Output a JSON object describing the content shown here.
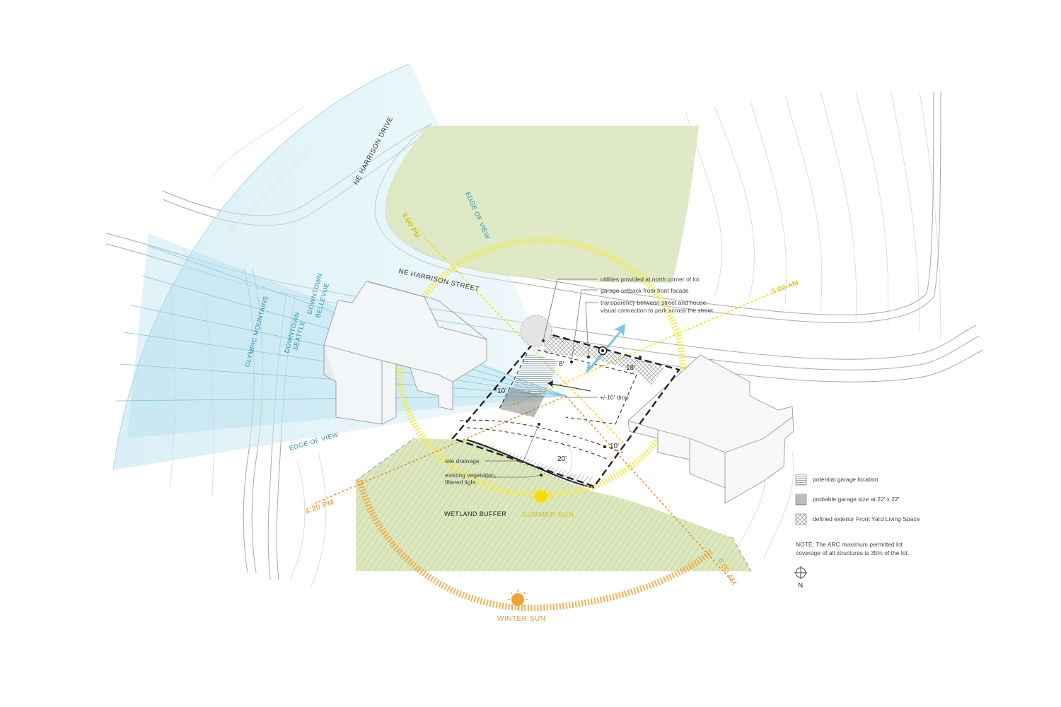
{
  "streets": {
    "drive": "NE HARRISON DRIVE",
    "street": "NE HARRISON STREET"
  },
  "views": {
    "edge_top": "EDGE OF VIEW",
    "edge_bottom": "EDGE OF VIEW",
    "olympic": "OLYMPIC MOUNTAINS",
    "seattle_1": "DOWNTOWN",
    "seattle_2": "SEATTLE",
    "bellevue_1": "DOWNTOWN",
    "bellevue_2": "BELLEVUE"
  },
  "sun_times": {
    "t900pm": "9:00 PM",
    "t500am": "5:00 AM",
    "t420pm": "4:20 PM",
    "t800am": "8:00 AM"
  },
  "suns": {
    "summer": "SUMMER SUN",
    "winter": "WINTER SUN"
  },
  "callouts": {
    "utilities": "utilities provided at north corner of lot",
    "setback": "garage setback from front facade",
    "transparency_1": "transparency between street and house,",
    "transparency_2": "visual connection to park across the street",
    "drop": "+/-10' drop",
    "drainage": "site drainage",
    "vegetation_1": "existing vegetation,",
    "vegetation_2": "filtered light"
  },
  "dimensions": {
    "d8": "8'",
    "d18": "18'",
    "d10a": "10'",
    "d10b": "10'",
    "d20": "20'"
  },
  "wetland": "WETLAND BUFFER",
  "legend": [
    {
      "pattern": "horizontal-lines",
      "label": "potential garage location"
    },
    {
      "pattern": "dense-lines",
      "label": "probable garage size at 22' x 22'"
    },
    {
      "pattern": "crosshatch",
      "label": "defined exterior Front Yard Living Space"
    }
  ],
  "note": {
    "line1": "NOTE: The ARC maximum permitted lot",
    "line2": "coverage of all structures is 35% of the lot."
  },
  "north": "N",
  "colors": {
    "view_cone": "#bfe4ef",
    "park_green": "#dde7bf",
    "summer_sun": "#f2e600",
    "winter_sun": "#f0a23a",
    "path_yellow": "#f0e04a",
    "path_orange": "#ec8a24",
    "view_text": "#2a8fb0"
  }
}
